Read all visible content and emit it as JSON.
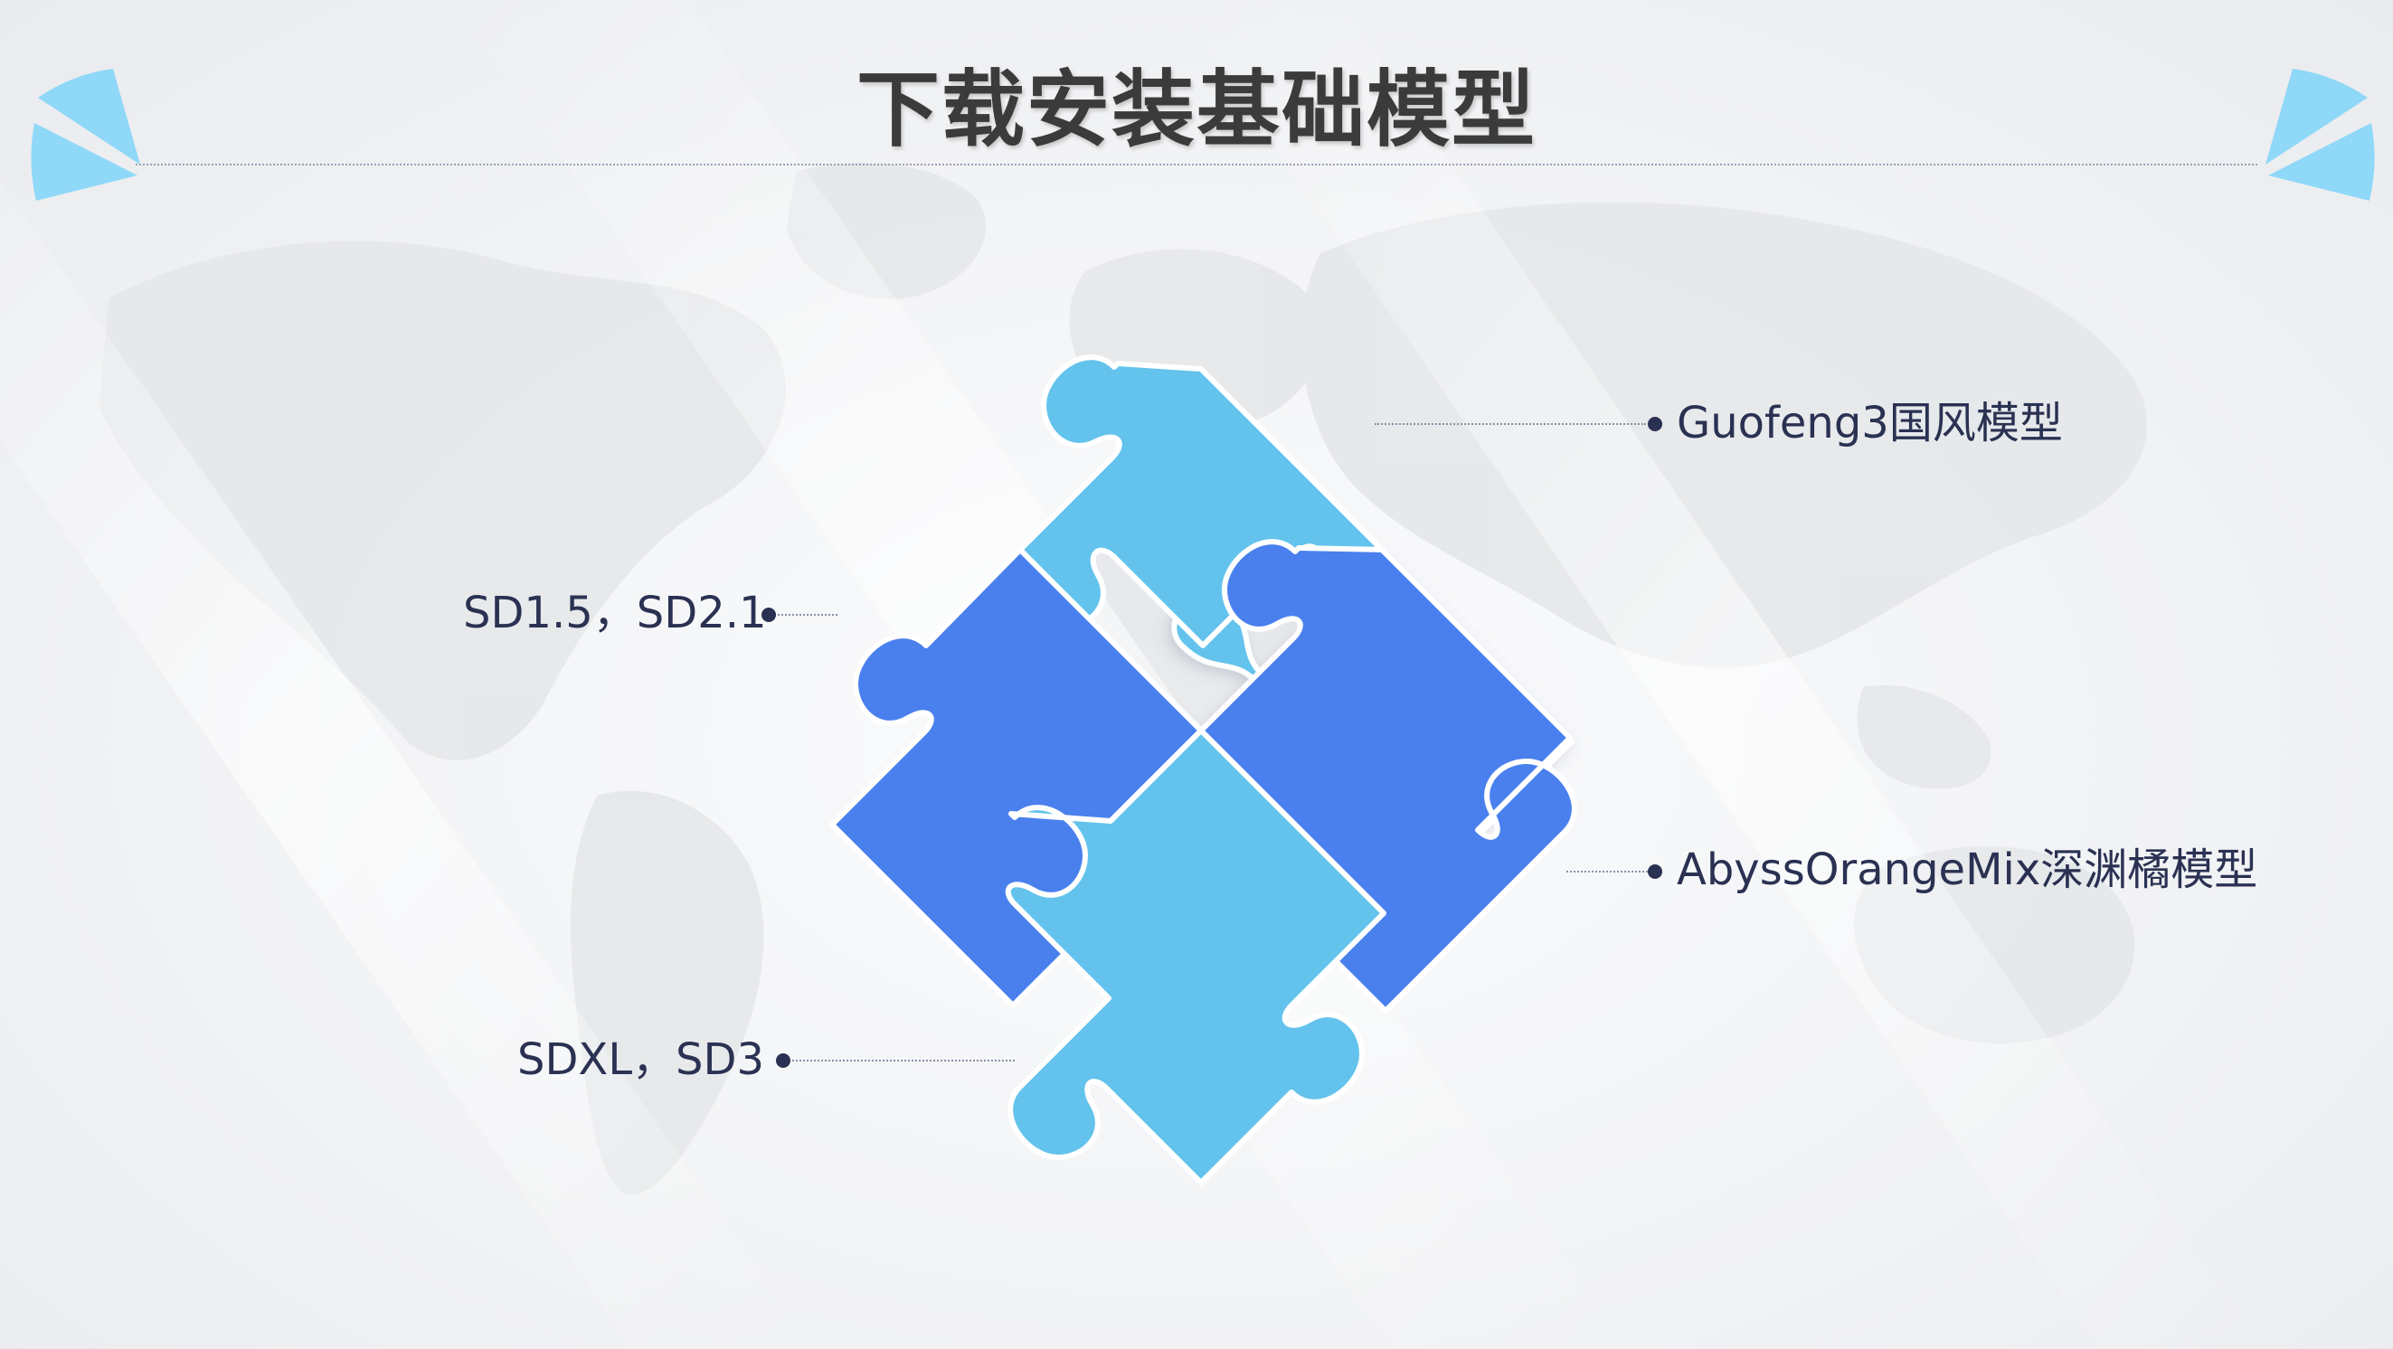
{
  "title": "下载安装基础模型",
  "items": [
    {
      "label": "Guofeng3国风模型"
    },
    {
      "label": "SD1.5，SD2.1"
    },
    {
      "label": "AbyssOrangeMix深渊橘模型"
    },
    {
      "label": "SDXL，SD3"
    }
  ],
  "colors": {
    "puzzle_light": "#63c3ec",
    "puzzle_dark": "#4a80ee",
    "corner_accent": "#8fd8f8",
    "text": "#2a3152",
    "title": "#3b3b3b"
  }
}
